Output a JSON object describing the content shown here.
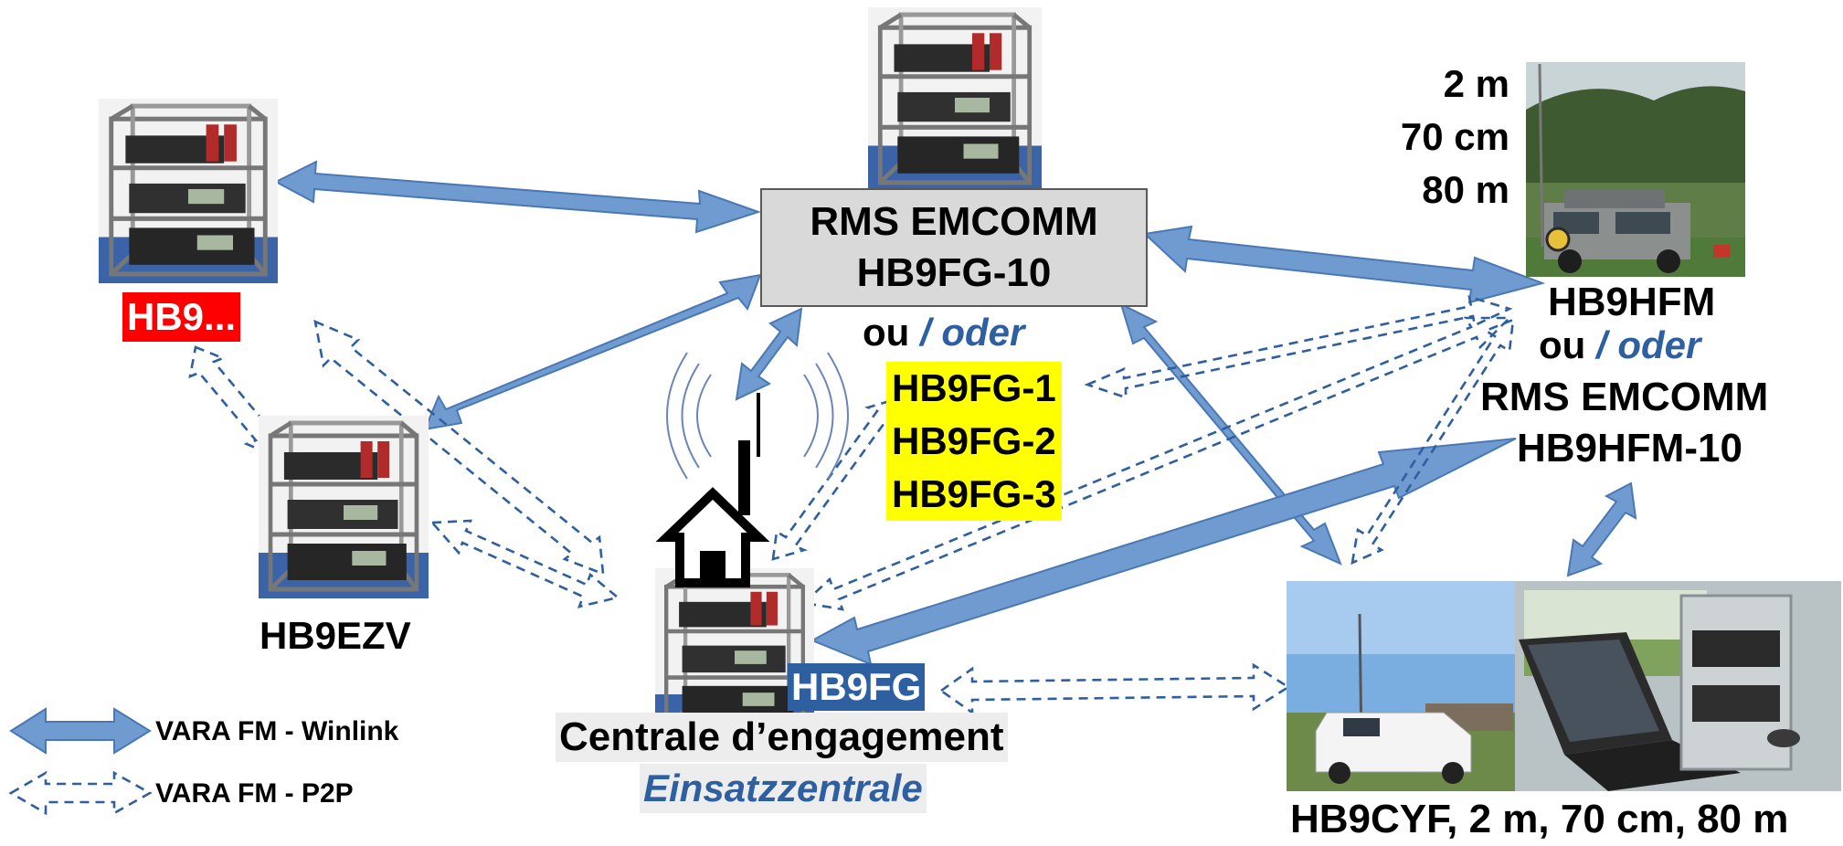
{
  "nodes": {
    "hb9_unknown": {
      "label": "HB9...",
      "color": "#ff0000"
    },
    "hb9ezv": {
      "label": "HB9EZV"
    },
    "rms_hb9fg10": {
      "line1": "RMS EMCOMM",
      "line2": "HB9FG-10"
    },
    "alternatives": {
      "ou": "ou",
      "oder": "/ oder",
      "items": [
        "HB9FG-1",
        "HB9FG-2",
        "HB9FG-3"
      ]
    },
    "hb9fg": {
      "label": "HB9FG",
      "caption_fr": "Centrale d’engagement",
      "caption_de": "Einsatzzentrale",
      "label_bg": "#2e5fa0"
    },
    "hb9hfm": {
      "bands": [
        "2 m",
        "70 cm",
        "80 m"
      ],
      "label": "HB9HFM",
      "ou": "ou",
      "oder": "/ oder",
      "rms_line1": "RMS EMCOMM",
      "rms_line2": "HB9HFM-10"
    },
    "hb9cyf": {
      "label": "HB9CYF, 2 m, 70 cm, 80 m"
    }
  },
  "legend": {
    "winlink": "VARA FM - Winlink",
    "p2p": "VARA FM - P2P"
  },
  "colors": {
    "arrow_fill": "#6f9bd1",
    "arrow_stroke": "#4a78b5",
    "dashed": "#2f5f9f",
    "highlight": "#ffff00",
    "accent_text": "#2e5fa0"
  }
}
